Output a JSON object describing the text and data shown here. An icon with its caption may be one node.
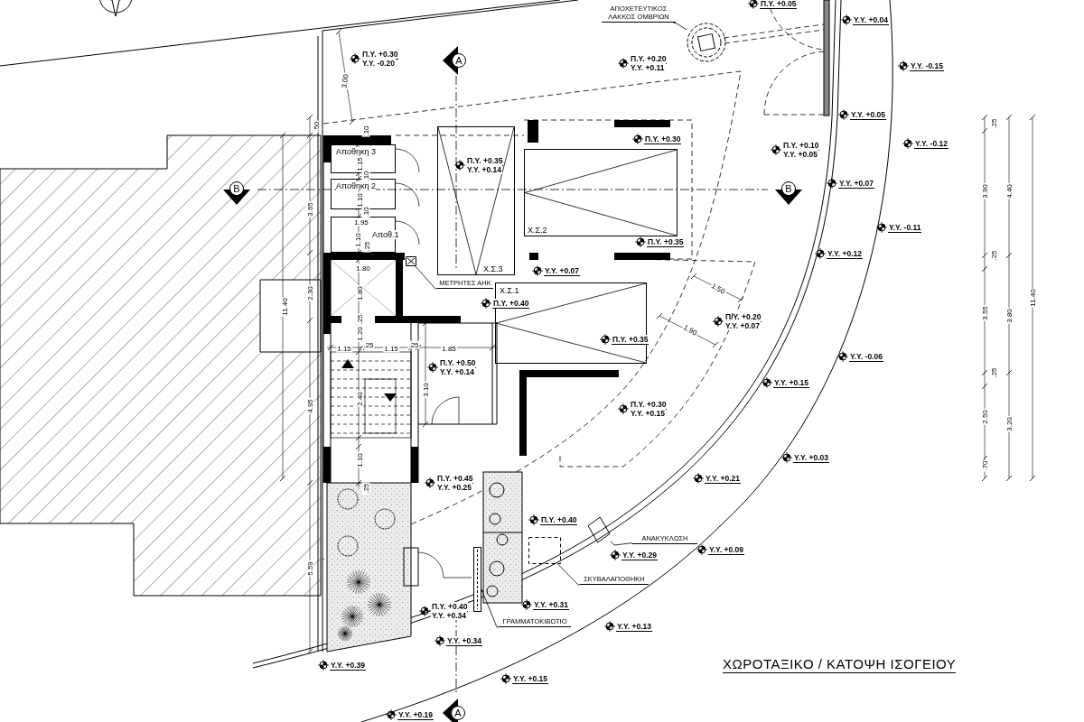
{
  "diagram": {
    "title": "ΧΩΡΟΤΑΞΙΚΟ / ΚΑΤΟΨΗ ΙΣΟΓΕΙΟΥ",
    "nodes": [
      {
        "text": [
          "Αποθηκη 3"
        ]
      },
      {
        "text": [
          "Αποθηκη 2"
        ]
      },
      {
        "text": [
          "Αποθ.1"
        ]
      },
      {
        "text": [
          "Χ.Σ.3"
        ]
      },
      {
        "text": [
          "Χ.Σ.2"
        ]
      },
      {
        "text": [
          "Χ.Σ.1"
        ]
      },
      {
        "text": [
          "ΑΠΟΧΕΤΕΥΤΙΚΟΣ ΛΑΚΚΟΣ ΟΜΒΡΙΩΝ"
        ]
      },
      {
        "text": [],
        "shape": "circle"
      },
      {
        "text": [
          "ΜΕΤΡΗΤΕΣ ΑΗΚ"
        ]
      },
      {
        "text": [],
        "shape": "box"
      },
      {
        "text": [
          "ΑΝΑΚΥΚΛΩΣΗ"
        ]
      },
      {
        "text": [],
        "shape": "box"
      },
      {
        "text": [
          "ΣΚΥΒΑΛΑΠΟΘΗΚΗ"
        ]
      },
      {
        "text": [],
        "shape": "box"
      },
      {
        "text": [
          "ΓΡΑΜΜΑΤΟΚΙΒΩΤΙΟ"
        ]
      },
      {
        "text": [],
        "shape": "box"
      }
    ],
    "edges": [
      {
        "from": 6,
        "to": 7,
        "arrow": "none"
      },
      {
        "from": 8,
        "to": 9,
        "arrow": "none"
      },
      {
        "from": 10,
        "to": 11,
        "arrow": "none"
      },
      {
        "from": 12,
        "to": 13,
        "arrow": "none"
      },
      {
        "from": 14,
        "to": 15,
        "arrow": "none"
      }
    ],
    "labels": [
      "Π.Υ. +0.05",
      "Υ.Υ. +0.04",
      "Π.Υ. +0.30",
      "Υ.Υ. -0.20",
      "A",
      "Π.Υ. +0.20",
      "Υ.Υ. +0.11",
      "Υ.Υ. -0.15",
      "3.00",
      "Υ.Υ. +0.05",
      ".50",
      ".10",
      ".25",
      "Π.Υ. +0.30",
      "Υ.Υ. -0.12",
      "Π.Υ. +0.10",
      "Υ.Υ. +0.05",
      "1.15",
      "Π.Υ. +0.35",
      "Υ.Υ. +0.14",
      ".10",
      "Υ.Υ. +0.07",
      "B",
      "B",
      "3.90",
      "4.40",
      "1.10",
      ".10",
      "3.65",
      "1.95",
      "Υ.Υ. -0.11",
      "1.10",
      ".25",
      "Π.Υ. +0.35",
      "Υ.Υ. +0.12",
      ".25",
      "1.80",
      "Υ.Υ. +0.07",
      "1.50",
      "2.30",
      "11.40",
      "11.40",
      "1.80",
      "Π.Υ. +0.40",
      "3.55",
      "3.80",
      ".25",
      "Π/Υ. +0.20",
      "Υ.Υ. +0.07",
      "1.90",
      "1.20",
      "Π.Υ. +0.35",
      "1.15",
      ".25",
      "1.15",
      ".25",
      "1.85",
      "Υ.Υ. -0.06",
      "Π.Υ. +0.50",
      "Υ.Υ. +0.14",
      ".25",
      "Υ.Υ. +0.15",
      "3.10",
      "2.40",
      "Π.Υ. +0.30",
      "Υ.Υ. +0.15",
      "4.95",
      "2.50",
      "3.20",
      "Υ.Υ. +0.03",
      "1.10",
      ".70",
      "Π.Υ. +0.45",
      "Υ.Υ. +0.25",
      "Υ.Υ. +0.21",
      ".25",
      "Π.Υ. +0.40",
      "Υ.Υ. +0.09",
      "Υ.Υ. +0.29",
      "5.59",
      "Π.Υ. +0.40",
      "Υ.Υ. +0.34",
      "Υ.Υ. +0.31",
      "Υ.Υ. +0.13",
      "Υ.Υ. +0.34",
      "Υ.Υ. +0.39",
      "Υ.Υ. +0.15",
      "Υ.Υ. +0.19",
      "A"
    ]
  }
}
